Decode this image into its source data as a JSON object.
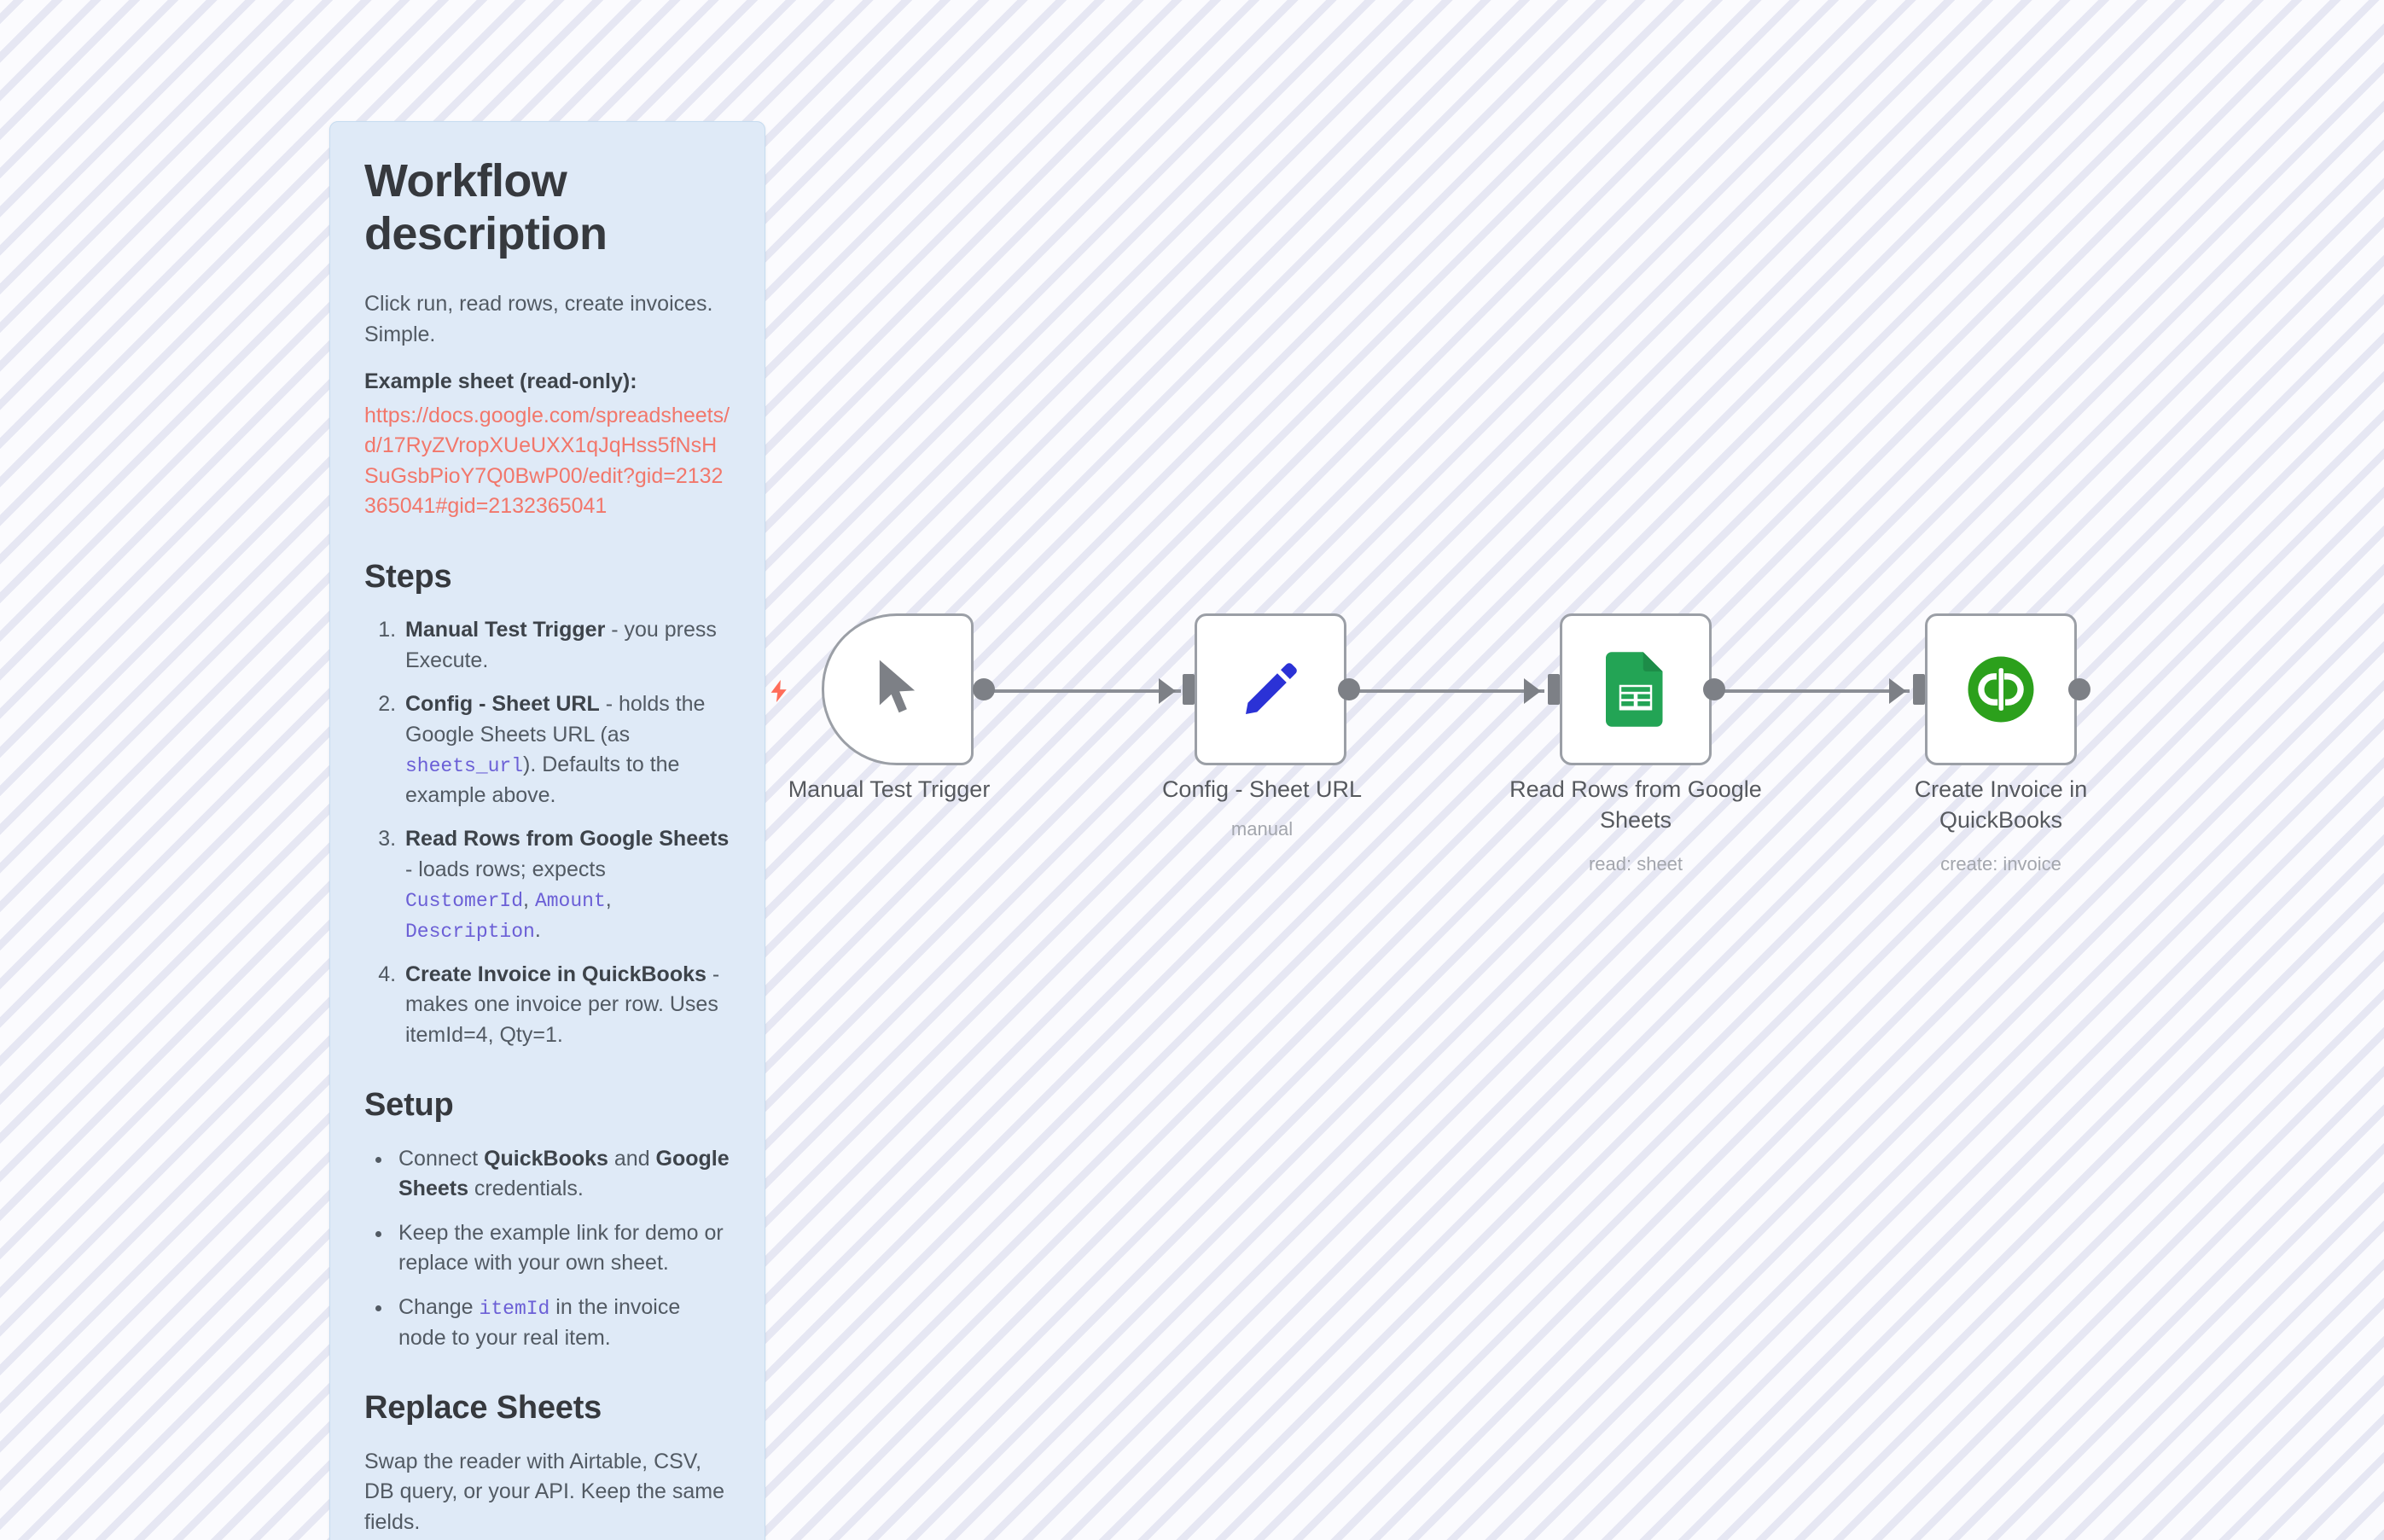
{
  "canvas": {
    "background_color": "#ffffff",
    "stripe_color": "#e6e7f3"
  },
  "sticky_note": {
    "background_color": "#dfeaf7",
    "title": "Workflow description",
    "intro": "Click run, read rows, create invoices. Simple.",
    "example_label": "Example sheet (read-only):",
    "example_url": "https://docs.google.com/spreadsheets/d/17RyZVropXUeUXX1qJqHss5fNsHSuGsbPioY7Q0BwP00/edit?gid=2132365041#gid=2132365041",
    "link_color": "#f2776b",
    "steps_heading": "Steps",
    "steps": [
      {
        "number": "1.",
        "bold": "Manual Test Trigger",
        "text_a": " - you press Execute.",
        "code_a": "",
        "text_b": "",
        "code_b": "",
        "text_c": "",
        "code_c": "",
        "text_d": ""
      },
      {
        "number": "2.",
        "bold": "Config - Sheet URL",
        "text_a": " - holds the Google Sheets URL (as ",
        "code_a": "sheets_url",
        "text_b": "). Defaults to the example above.",
        "code_b": "",
        "text_c": "",
        "code_c": "",
        "text_d": ""
      },
      {
        "number": "3.",
        "bold": "Read Rows from Google Sheets",
        "text_a": " - loads rows; expects ",
        "code_a": "CustomerId",
        "text_b": ", ",
        "code_b": "Amount",
        "text_c": ", ",
        "code_c": "Description",
        "text_d": "."
      },
      {
        "number": "4.",
        "bold": "Create Invoice in QuickBooks",
        "text_a": " - makes one invoice per row. Uses itemId=4, Qty=1.",
        "code_a": "",
        "text_b": "",
        "code_b": "",
        "text_c": "",
        "code_c": "",
        "text_d": ""
      }
    ],
    "setup_heading": "Setup",
    "setup_items": [
      {
        "text_a": "Connect ",
        "bold_a": "QuickBooks",
        "text_b": " and ",
        "bold_b": "Google Sheets",
        "text_c": " credentials.",
        "code_a": "",
        "text_d": ""
      },
      {
        "text_a": "Keep the example link for demo or replace with your own sheet.",
        "bold_a": "",
        "text_b": "",
        "bold_b": "",
        "text_c": "",
        "code_a": "",
        "text_d": ""
      },
      {
        "text_a": "Change ",
        "bold_a": "",
        "text_b": "",
        "bold_b": "",
        "text_c": "",
        "code_a": "itemId",
        "text_d": " in the invoice node to your real item."
      }
    ],
    "replace_heading": "Replace Sheets",
    "replace_text": "Swap the reader with Airtable, CSV, DB query, or your API. Keep the same fields."
  },
  "workflow": {
    "nodes": [
      {
        "id": "manual-test-trigger",
        "label": "Manual Test Trigger",
        "sublabel": "",
        "icon": "cursor-pointer-icon",
        "shape": "trigger",
        "icon_color": "#7d8086"
      },
      {
        "id": "config-sheet-url",
        "label": "Config - Sheet URL",
        "sublabel": "manual",
        "icon": "pencil-icon",
        "shape": "square",
        "icon_color": "#2b32d6"
      },
      {
        "id": "read-rows-google-sheets",
        "label": "Read Rows from Google Sheets",
        "sublabel": "read: sheet",
        "icon": "google-sheets-icon",
        "shape": "square",
        "icon_color": "#23a455"
      },
      {
        "id": "create-invoice-quickbooks",
        "label": "Create Invoice in QuickBooks",
        "sublabel": "create: invoice",
        "icon": "quickbooks-icon",
        "shape": "square",
        "icon_color": "#2ca01c"
      }
    ],
    "trigger_badge_icon": "lightning-bolt-icon",
    "trigger_badge_color": "#ff6d5a",
    "connector_color": "#8b8e95"
  }
}
